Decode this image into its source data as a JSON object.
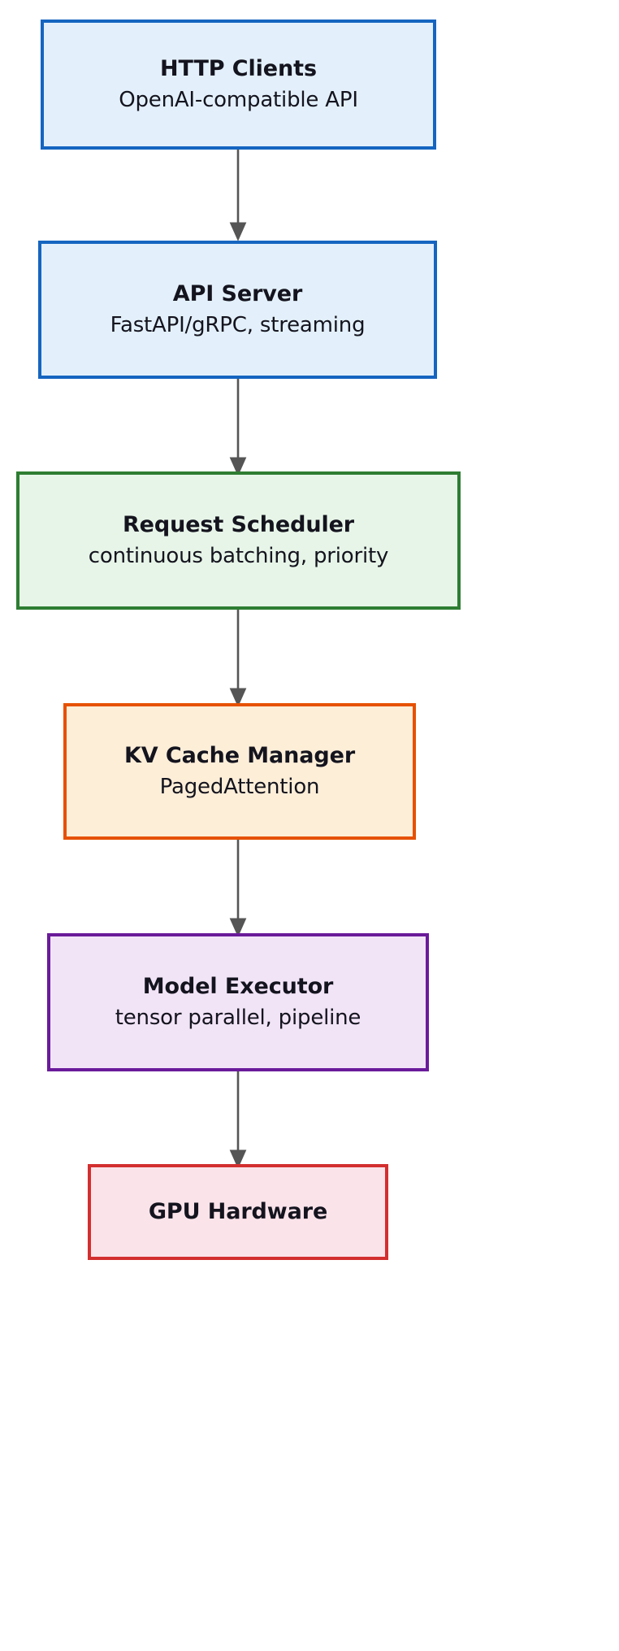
{
  "diagram": {
    "type": "flowchart",
    "orientation": "top-to-bottom",
    "background": "#ffffff",
    "edge_color": "#555555",
    "nodes": [
      {
        "id": "http-clients",
        "title": "HTTP Clients",
        "subtitle": "OpenAI-compatible API",
        "fill": "#e3f0fb",
        "stroke": "#1565c0"
      },
      {
        "id": "api-server",
        "title": "API Server",
        "subtitle": "FastAPI/gRPC, streaming",
        "fill": "#e3f0fb",
        "stroke": "#1565c0"
      },
      {
        "id": "request-scheduler",
        "title": "Request Scheduler",
        "subtitle": "continuous batching, priority",
        "fill": "#e7f5e8",
        "stroke": "#2e7d32"
      },
      {
        "id": "kv-cache-manager",
        "title": "KV Cache Manager",
        "subtitle": "PagedAttention",
        "fill": "#fdeed8",
        "stroke": "#e65100"
      },
      {
        "id": "model-executor",
        "title": "Model Executor",
        "subtitle": "tensor parallel, pipeline",
        "fill": "#f2e4f7",
        "stroke": "#6a1b9a"
      },
      {
        "id": "gpu-hardware",
        "title": "GPU Hardware",
        "subtitle": "",
        "fill": "#fbe3ea",
        "stroke": "#d32f2f"
      }
    ],
    "edges": [
      {
        "from": "http-clients",
        "to": "api-server"
      },
      {
        "from": "api-server",
        "to": "request-scheduler"
      },
      {
        "from": "request-scheduler",
        "to": "kv-cache-manager"
      },
      {
        "from": "kv-cache-manager",
        "to": "model-executor"
      },
      {
        "from": "model-executor",
        "to": "gpu-hardware"
      }
    ]
  }
}
